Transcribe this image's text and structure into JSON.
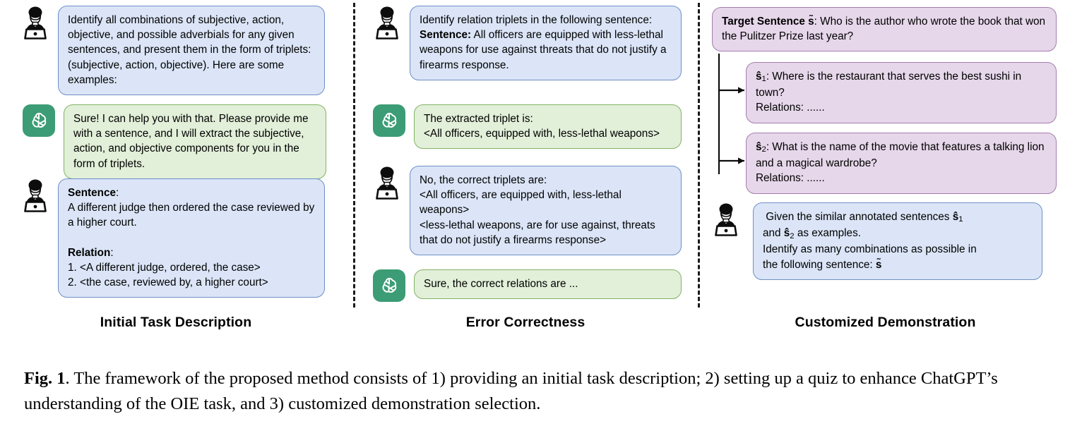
{
  "figure": {
    "columns": [
      {
        "id": "initial",
        "title": "Initial Task Description",
        "messages": [
          {
            "role": "user",
            "avatar_icon": "user-laptop-icon",
            "text": "Identify all combinations of subjective, action, objective, and possible adverbials for any given sentences, and present them in the form of triplets: (subjective, action, objective). Here are some examples:"
          },
          {
            "role": "assistant",
            "avatar_icon": "chatgpt-logo-icon",
            "text": "Sure! I can help you with that. Please provide me with a sentence, and I will extract the subjective, action, and objective components for you in the form of triplets."
          },
          {
            "role": "user",
            "avatar_icon": "user-laptop-icon",
            "label_sentence": "Sentence",
            "sentence_body": ":\nA different judge then ordered the case reviewed by a higher court.\n\n",
            "label_relation": "Relation",
            "relation_body": ":\n1. <A different judge, ordered, the case>\n2. <the case, reviewed by, a higher court>"
          }
        ]
      },
      {
        "id": "error",
        "title": "Error Correctness",
        "messages": [
          {
            "role": "user",
            "avatar_icon": "user-laptop-icon",
            "intro": "Identify relation triplets in the following sentence:\n",
            "label_sentence": "Sentence:",
            "sentence_body": " All officers are equipped with less-lethal weapons for use against threats that do not justify a firearms response."
          },
          {
            "role": "assistant",
            "avatar_icon": "chatgpt-logo-icon",
            "text": "The extracted triplet is:\n<All officers, equipped with, less-lethal weapons>"
          },
          {
            "role": "user",
            "avatar_icon": "user-laptop-icon",
            "text": "No, the correct triplets are:\n<All officers, are equipped with, less-lethal weapons>\n<less-lethal weapons, are for use against, threats that do not justify a firearms response>"
          },
          {
            "role": "assistant",
            "avatar_icon": "chatgpt-logo-icon",
            "text": "Sure, the correct relations are ..."
          }
        ]
      },
      {
        "id": "customized",
        "title": "Customized Demonstration",
        "target": {
          "label": "Target Sentence",
          "symbol": "s̃",
          "text": ": Who is the author who wrote the book that won the Pulitzer Prize last year?"
        },
        "examples": [
          {
            "symbol": "ŝ",
            "subscript": "1",
            "text": ": Where is the restaurant that serves the best sushi in town?\nRelations: ......"
          },
          {
            "symbol": "ŝ",
            "subscript": "2",
            "text": ": What is the name of the movie that features a talking lion and a magical wardrobe?\nRelations: ......"
          }
        ],
        "prompt": {
          "role": "user",
          "avatar_icon": "user-laptop-icon",
          "part1": " Given the similar annotated sentences ",
          "sym1": "ŝ",
          "sub1": "1",
          "part2": "\nand ",
          "sym2": "ŝ",
          "sub2": "2",
          "part3": " as examples.\nIdentify as many combinations as possible in\nthe following sentence: ",
          "sym3": "s̃"
        }
      }
    ]
  },
  "caption": {
    "figure_label": "Fig. 1",
    "text": ". The framework of the proposed method consists of 1) providing an initial task description; 2) setting up a quiz to enhance ChatGPT’s understanding of the OIE task, and 3) customized demonstration selection."
  },
  "colors": {
    "user_bubble_fill": "#dbe5f7",
    "user_bubble_border": "#6f8fc4",
    "assistant_bubble_fill": "#e2efd9",
    "assistant_bubble_border": "#82b366",
    "target_bubble_fill": "#e6d7ea",
    "target_bubble_border": "#a47eaf",
    "chatgpt_logo_bg": "#3c9c76",
    "divider": "#1a1a1a"
  }
}
